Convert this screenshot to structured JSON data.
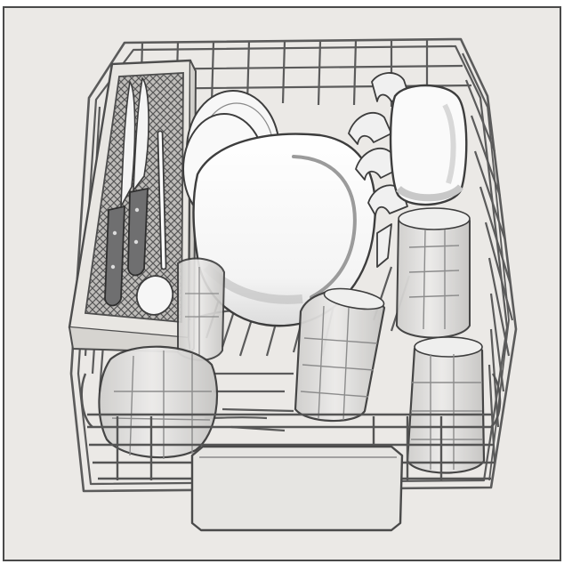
{
  "figure": {
    "subject": "dishwasher-upper-rack",
    "labels": [],
    "colors": {
      "background": "#ebe9e6",
      "border": "#4a4a4a",
      "wire": "#5b5b5b",
      "tray": "#e8e6e2",
      "dish": "#fbfbfb",
      "glass": "#d9d8d6",
      "knife_handle": "#6f6f70",
      "blade": "#f4f4f4"
    },
    "items": [
      {
        "kind": "cutlery-tray",
        "count": 1
      },
      {
        "kind": "knife",
        "count": 2
      },
      {
        "kind": "spoon",
        "count": 1
      },
      {
        "kind": "plate",
        "count": 2
      },
      {
        "kind": "bowl",
        "count": 1
      },
      {
        "kind": "glass",
        "count": 5
      },
      {
        "kind": "mug",
        "count": 1
      },
      {
        "kind": "cup-hook",
        "count": 4
      }
    ]
  }
}
